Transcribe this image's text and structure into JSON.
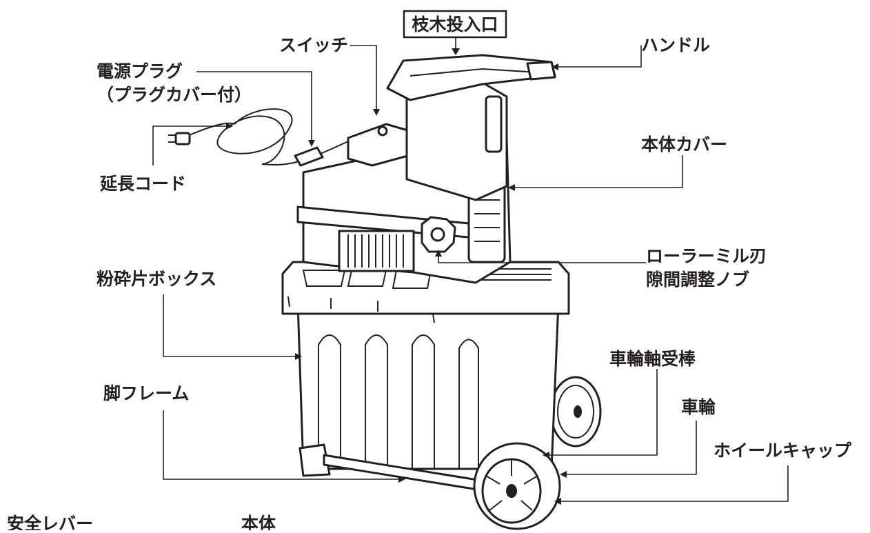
{
  "labels": {
    "feed_opening": "枝木投入口",
    "switch": "スイッチ",
    "handle": "ハンドル",
    "plug_line1": "電源プラグ",
    "plug_line2": "（プラグカバー付）",
    "extension_cord": "延長コード",
    "body_cover": "本体カバー",
    "roller_knob_line1": "ローラーミル刃",
    "roller_knob_line2": "隙間調整ノブ",
    "chip_box": "粉砕片ボックス",
    "axle_rod": "車輪軸受棒",
    "leg_frame": "脚フレーム",
    "wheel": "車輪",
    "wheel_cap": "ホイールキャップ",
    "safety_lever": "安全レバー",
    "main_body": "本体"
  },
  "colors": {
    "ink": "#231f20",
    "paper": "#ffffff"
  }
}
